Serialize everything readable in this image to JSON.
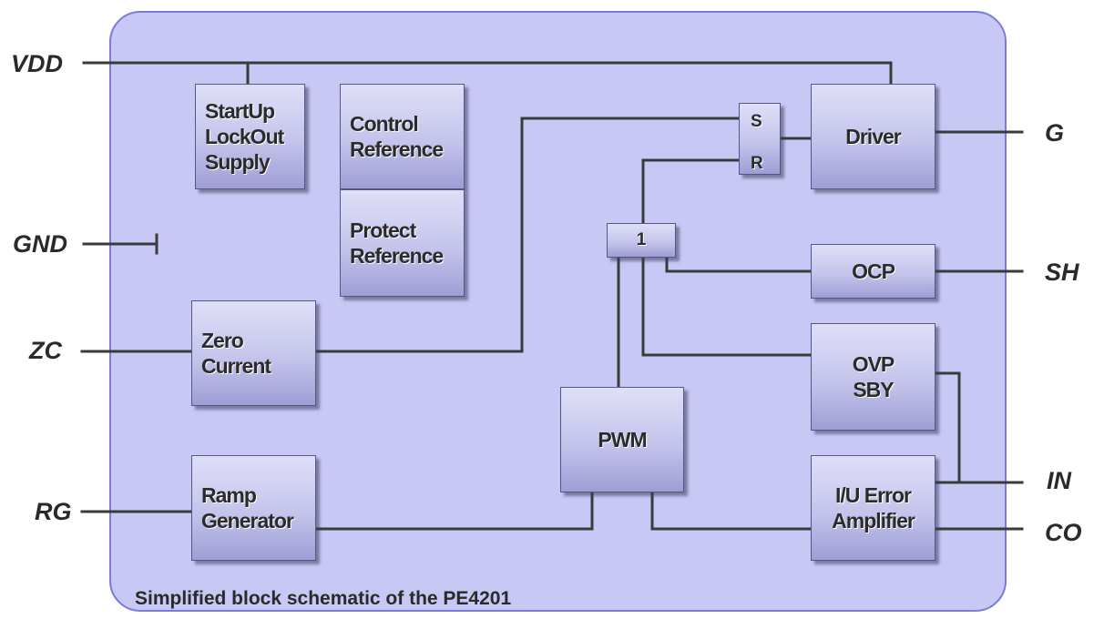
{
  "pins": {
    "vdd": "VDD",
    "gnd": "GND",
    "zc": "ZC",
    "rg": "RG",
    "g": "G",
    "sh": "SH",
    "in": "IN",
    "co": "CO"
  },
  "blocks": {
    "startup": "StartUp\nLockOut\nSupply",
    "control_reference": "Control\nReference",
    "protect_reference": "Protect\nReference",
    "zero_current": "Zero\nCurrent",
    "ramp_generator": "Ramp\nGenerator",
    "pwm": "PWM",
    "driver": "Driver",
    "ocp": "OCP",
    "ovp_sby": "OVP\nSBY",
    "iu_error_amplifier": "I/U Error\nAmplifier",
    "sr_s": "S",
    "sr_r": "R",
    "or_gate": "1"
  },
  "caption": "Simplified block schematic of the PE4201",
  "colors": {
    "chip_fill": "#c8c8f5",
    "chip_border": "#7b7bd9",
    "wire": "#3a3a3a"
  }
}
